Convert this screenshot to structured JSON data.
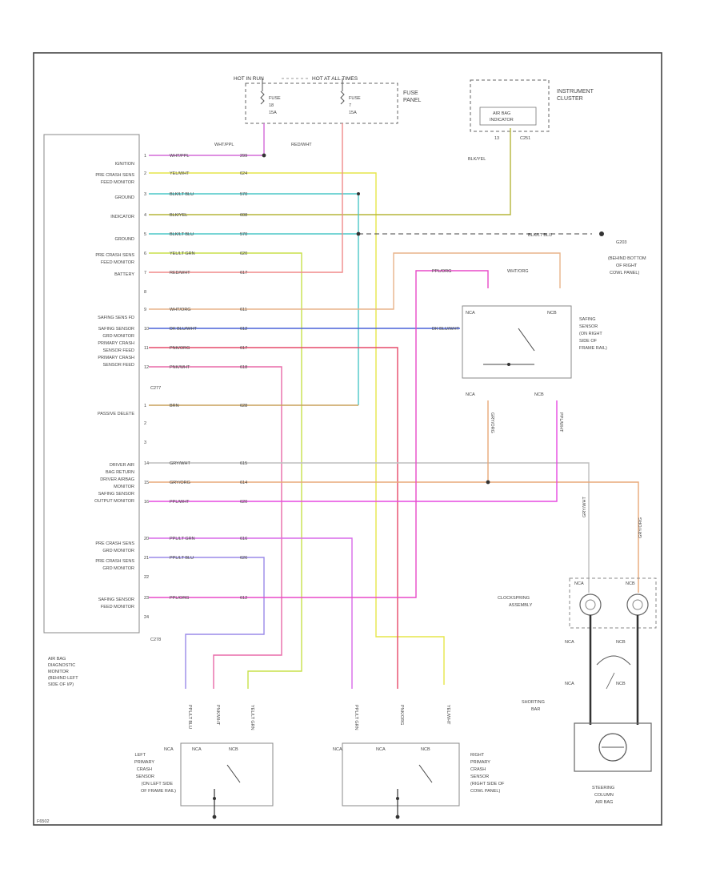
{
  "fuse_panel": {
    "hot_run": "HOT IN RUN",
    "hot_all": "HOT AT ALL TIMES",
    "label_1": "FUSE",
    "label_2": "PANEL",
    "fuse_left": [
      "FUSE",
      "18",
      "15A"
    ],
    "fuse_right": [
      "FUSE",
      "7",
      "15A"
    ]
  },
  "instrument_cluster": {
    "label_1": "INSTRUMENT",
    "label_2": "CLUSTER",
    "inner_1": "AIR BAG",
    "inner_2": "INDICATOR",
    "pin": "13",
    "connector": "C251",
    "wire": "BLK/YEL"
  },
  "top_wires": {
    "left": "WHT/PPL",
    "right": "RED/WHT"
  },
  "module_labels": [
    "IGNITION",
    "PRE CRASH SENS",
    "FEED MONITOR",
    "GROUND",
    "INDICATOR",
    "GROUND",
    "PRE CRASH SENS",
    "FEED MONITOR",
    "BATTERY",
    "SAFING SENS FD",
    "SAFING SENSOR",
    "GRD MONITOR",
    "PRIMARY CRASH",
    "SENSOR FEED",
    "PRIMARY CRASH",
    "SENSOR FEED",
    "PASSIVE DELETE",
    "DRIVER AIR",
    "BAG RETURN",
    "DRIVER AIRBAG",
    "MONITOR",
    "SAFING SENSOR",
    "OUTPUT MONITOR",
    "PRE CRASH SENS",
    "GRD MONITOR",
    "PRE CRASH SENS",
    "GRD MONITOR",
    "SAFING SENSOR",
    "FEED MONITOR"
  ],
  "pins": [
    {
      "num": "1",
      "color": "WHT/PPL",
      "circuit": "299"
    },
    {
      "num": "2",
      "color": "YEL/WHT",
      "circuit": "624"
    },
    {
      "num": "3",
      "color": "BLK/LT BLU",
      "circuit": "570"
    },
    {
      "num": "4",
      "color": "BLK/YEL",
      "circuit": "608"
    },
    {
      "num": "5",
      "color": "BLK/LT BLU",
      "circuit": "570"
    },
    {
      "num": "6",
      "color": "YEL/LT GRN",
      "circuit": "620"
    },
    {
      "num": "7",
      "color": "RED/WHT",
      "circuit": "617"
    },
    {
      "num": "8",
      "color": "",
      "circuit": ""
    },
    {
      "num": "9",
      "color": "WHT/ORG",
      "circuit": "611"
    },
    {
      "num": "10",
      "color": "DK BLU/WHT",
      "circuit": "612"
    },
    {
      "num": "11",
      "color": "PNK/ORG",
      "circuit": "617"
    },
    {
      "num": "12",
      "color": "PNK/WHT",
      "circuit": "618"
    },
    {
      "num": "1",
      "color": "BRN",
      "circuit": "628"
    },
    {
      "num": "2",
      "color": "",
      "circuit": ""
    },
    {
      "num": "3",
      "color": "",
      "circuit": ""
    },
    {
      "num": "14",
      "color": "GRY/WHT",
      "circuit": "615"
    },
    {
      "num": "15",
      "color": "GRY/ORG",
      "circuit": "614"
    },
    {
      "num": "16",
      "color": "PPL/WHT",
      "circuit": "620"
    },
    {
      "num": "20",
      "color": "PPL/LT GRN",
      "circuit": "616"
    },
    {
      "num": "21",
      "color": "PPL/LT BLU",
      "circuit": "626"
    },
    {
      "num": "22",
      "color": "",
      "circuit": ""
    },
    {
      "num": "23",
      "color": "PPL/ORG",
      "circuit": "612"
    },
    {
      "num": "24",
      "color": "",
      "circuit": ""
    }
  ],
  "connectors": {
    "c277": "C277",
    "c278": "C278",
    "g203": "G203",
    "ground_wire": "BLK/LT BLU"
  },
  "ground_note": [
    "(BEHIND BOTTOM",
    "OF RIGHT",
    "COWL PANEL)"
  ],
  "safing_sensor": {
    "label": [
      "SAFING",
      "SENSOR",
      "(ON RIGHT",
      "SIDE OF",
      "FRAME RAIL)"
    ],
    "top_left_pin": "NCA",
    "top_right_pin": "NCB",
    "bottom_left_pin": "NCA",
    "bottom_right_pin": "NCB",
    "left_feed": "DK BLU/WHT",
    "top_left_wire": "PPL/ORG",
    "top_right_wire": "WHT/ORG",
    "down_left_wire": "GRY/ORG",
    "down_right_wire": "PPL/WHT"
  },
  "clockspring": {
    "label": [
      "CLOCKSPRING",
      "ASSEMBLY"
    ],
    "pins": [
      "NCA",
      "NCB",
      "NCA",
      "NCB",
      "NCA",
      "NCB"
    ],
    "wire_left": "GRY/WHT",
    "wire_right": "GRY/ORG"
  },
  "shorting_bar": [
    "SHORTING",
    "BAR"
  ],
  "steering": [
    "STEERING",
    "COLUMN",
    "AIR BAG"
  ],
  "module_caption": [
    "AIR BAG",
    "DIAGNOSTIC",
    "MONITOR",
    "(BEHIND LEFT",
    "SIDE OF I/P)"
  ],
  "left_sensor": {
    "label": [
      "LEFT",
      "PRIMARY",
      "CRASH",
      "SENSOR",
      "(ON LEFT SIDE",
      "OF FRAME RAIL)"
    ],
    "pins": [
      "NCA",
      "NCA",
      "NCB"
    ],
    "wires": [
      "PPL/LT BLU",
      "PNK/WHT",
      "YEL/LT GRN"
    ]
  },
  "right_sensor": {
    "label": [
      "RIGHT",
      "PRIMARY",
      "CRASH",
      "SENSOR",
      "(RIGHT SIDE OF",
      "COWL PANEL)"
    ],
    "pins": [
      "NCA",
      "NCA",
      "NCB"
    ],
    "wires": [
      "PPL/LT GRN",
      "PNK/ORG",
      "YEL/WHT"
    ]
  },
  "figure_id": "F6502"
}
